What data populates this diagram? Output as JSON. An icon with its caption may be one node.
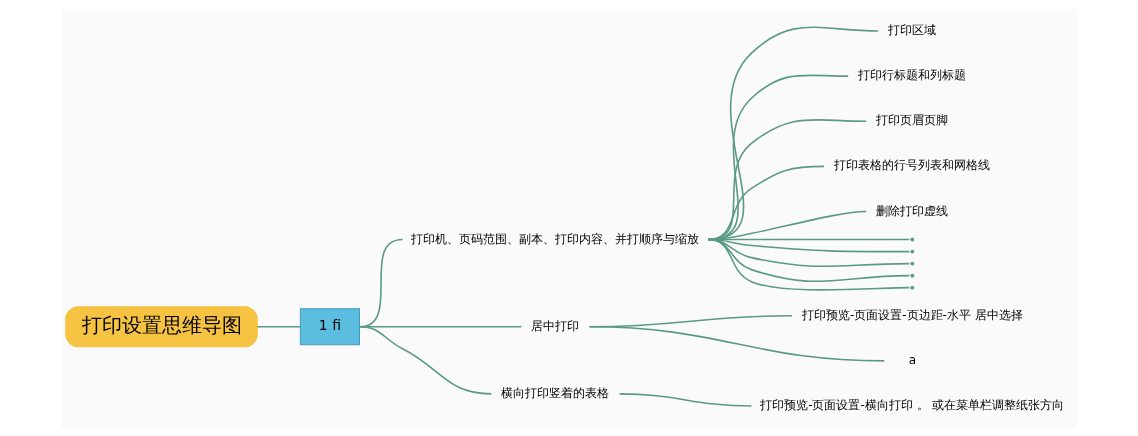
{
  "diagram": {
    "nodes": [
      {
        "text": [
          "打印设置思维导图"
        ]
      },
      {
        "text": [
          "1 fi"
        ]
      },
      {
        "text": [
          "打印机、页码范围、副本、打印内容、并打顺序与缩放"
        ]
      },
      {
        "text": [
          "居中打印"
        ]
      },
      {
        "text": [
          "横向打印竖着的表格"
        ]
      },
      {
        "text": [
          "打印区域"
        ]
      },
      {
        "text": [
          "打印行标题和列标题"
        ]
      },
      {
        "text": [
          "打印页眉页脚"
        ]
      },
      {
        "text": [
          "打印表格的行号列表和网格线"
        ]
      },
      {
        "text": [
          "删除打印虚线"
        ]
      },
      {
        "text": [],
        "shape": "point"
      },
      {
        "text": [],
        "shape": "point"
      },
      {
        "text": [],
        "shape": "point"
      },
      {
        "text": [],
        "shape": "point"
      },
      {
        "text": [],
        "shape": "point"
      },
      {
        "text": [
          "打印预览-页面设置-页边距-水平 居中选择"
        ]
      },
      {
        "text": [
          "a"
        ]
      },
      {
        "text": [
          "打印预览-页面设置-横向打印 。 或在菜单栏调整纸张方向"
        ]
      }
    ],
    "edges": [
      {
        "from": 0,
        "to": 1,
        "arrow": "none"
      },
      {
        "from": 1,
        "to": 2,
        "arrow": "none"
      },
      {
        "from": 1,
        "to": 3,
        "arrow": "none"
      },
      {
        "from": 1,
        "to": 4,
        "arrow": "none"
      },
      {
        "from": 2,
        "to": 5,
        "arrow": "none"
      },
      {
        "from": 2,
        "to": 6,
        "arrow": "none"
      },
      {
        "from": 2,
        "to": 7,
        "arrow": "none"
      },
      {
        "from": 2,
        "to": 8,
        "arrow": "none"
      },
      {
        "from": 2,
        "to": 9,
        "arrow": "none"
      },
      {
        "from": 2,
        "to": 10,
        "arrow": "none"
      },
      {
        "from": 2,
        "to": 11,
        "arrow": "none"
      },
      {
        "from": 2,
        "to": 12,
        "arrow": "none"
      },
      {
        "from": 2,
        "to": 13,
        "arrow": "none"
      },
      {
        "from": 2,
        "to": 14,
        "arrow": "none"
      },
      {
        "from": 3,
        "to": 15,
        "arrow": "none"
      },
      {
        "from": 3,
        "to": 16,
        "arrow": "none"
      },
      {
        "from": 4,
        "to": 17,
        "arrow": "none"
      }
    ]
  }
}
